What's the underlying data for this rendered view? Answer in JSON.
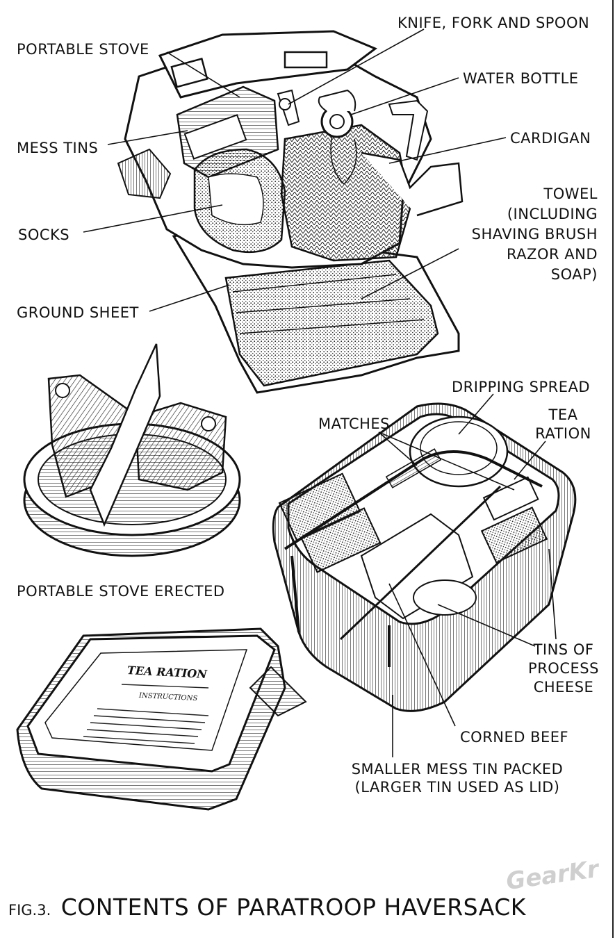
{
  "labels": {
    "knife_fork_spoon": "KNIFE, FORK AND SPOON",
    "portable_stove": "PORTABLE STOVE",
    "water_bottle": "WATER BOTTLE",
    "mess_tins": "MESS TINS",
    "cardigan": "CARDIGAN",
    "towel": [
      "TOWEL",
      "(INCLUDING",
      "SHAVING BRUSH",
      "RAZOR AND",
      "SOAP)"
    ],
    "socks": "SOCKS",
    "ground_sheet": "GROUND SHEET",
    "dripping_spread": "DRIPPING SPREAD",
    "tea_ration_label": [
      "TEA",
      "RATION"
    ],
    "matches": "MATCHES",
    "portable_stove_erected": "PORTABLE STOVE ERECTED",
    "tins_of_process_cheese": [
      "TINS OF",
      "PROCESS",
      "CHEESE"
    ],
    "corned_beef": "CORNED BEEF",
    "smaller_mess_tin": [
      "SMALLER MESS TIN PACKED",
      "(LARGER TIN USED AS LID)"
    ]
  },
  "tea_tin": {
    "title": "TEA RATION",
    "instructions_heading": "INSTRUCTIONS"
  },
  "caption": {
    "fig_num": "FIG.3.",
    "title": "CONTENTS OF PARATROOP HAVERSACK"
  },
  "watermark": "GearKr"
}
